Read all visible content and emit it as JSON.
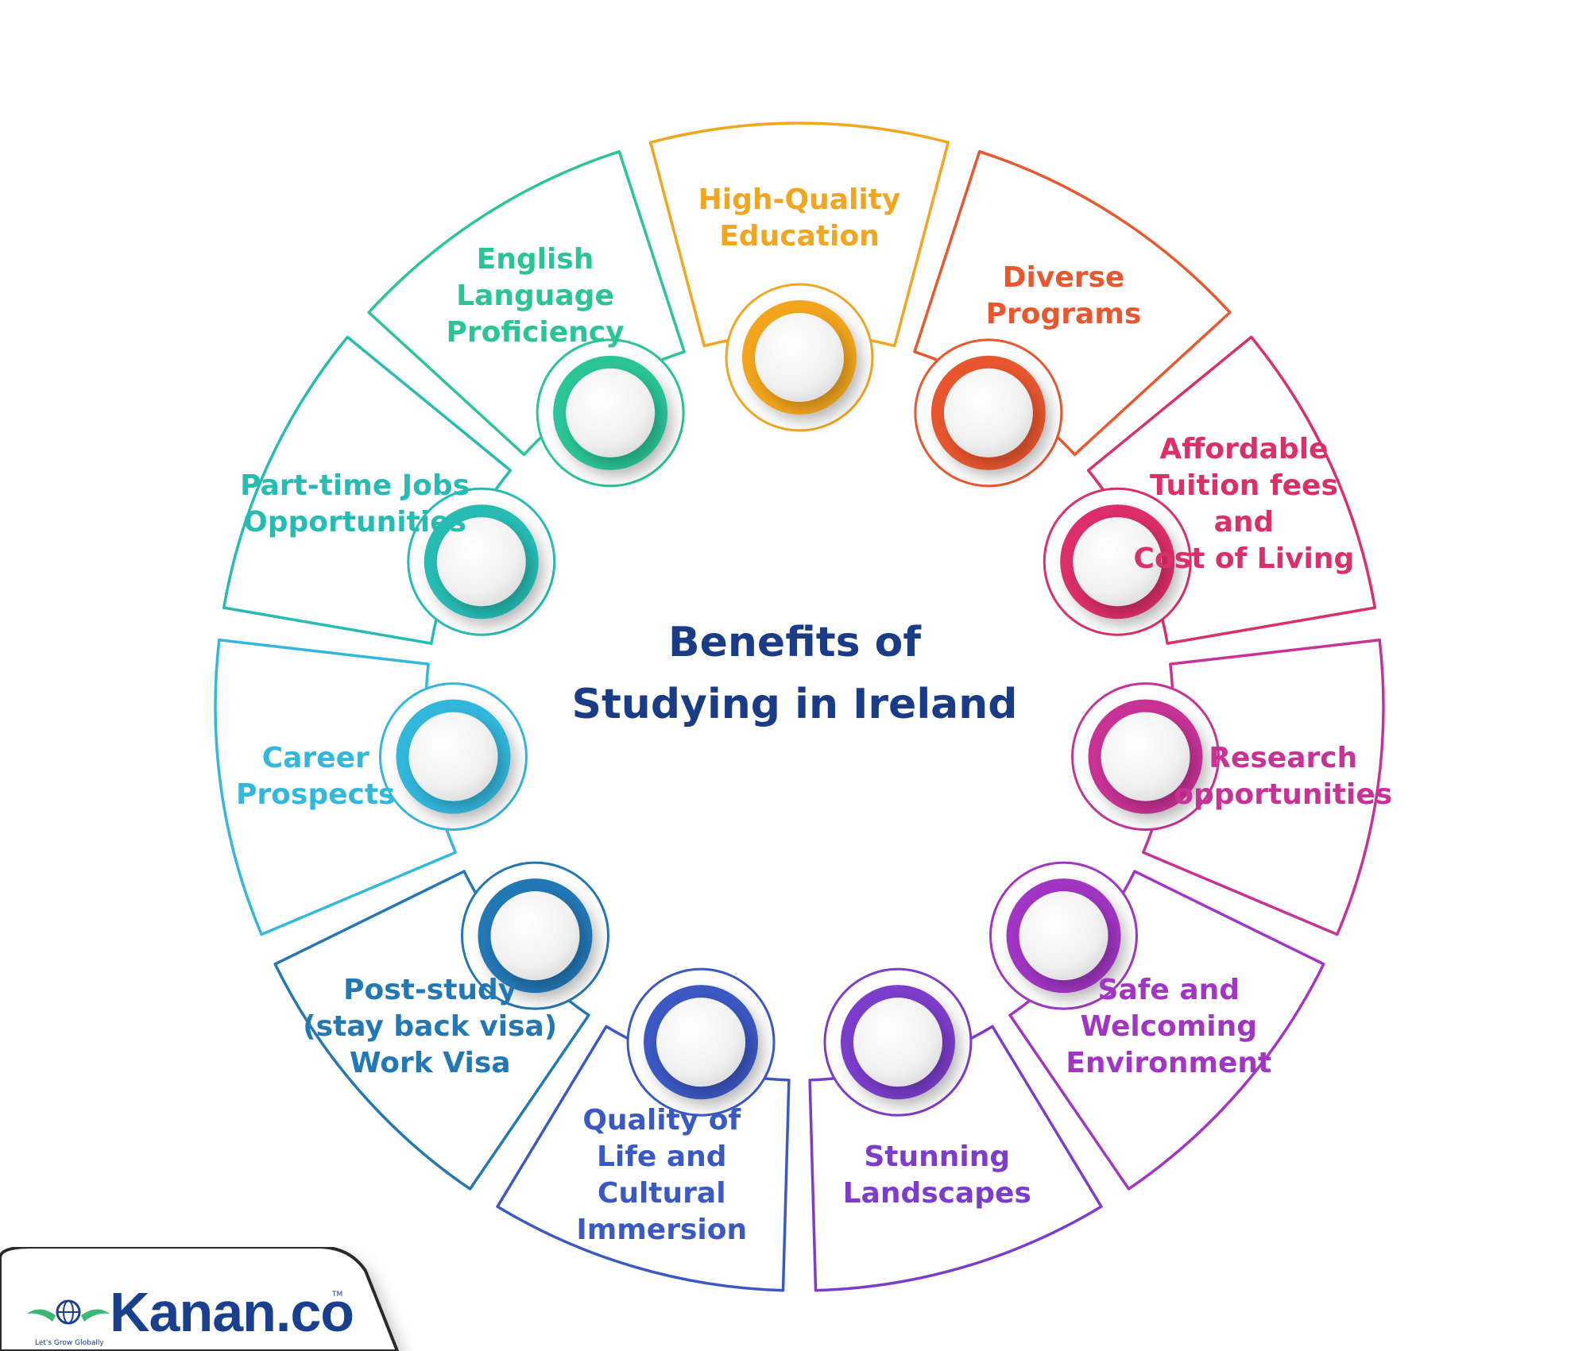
{
  "title": "Benefits of\nStudying in Ireland",
  "colors": {
    "title": "#1a3b86",
    "brand": "#1b3f8f",
    "ring_shadow": "#00000033"
  },
  "segments": [
    {
      "label": "High-Quality\nEducation",
      "color": "#f2a51f"
    },
    {
      "label": "Diverse\nPrograms",
      "color": "#e9572e"
    },
    {
      "label": "Affordable\nTuition fees\nand\nCost of Living",
      "color": "#dc2e6a"
    },
    {
      "label": "Research\nopportunities",
      "color": "#c83296"
    },
    {
      "label": "Safe and\nWelcoming\nEnvironment",
      "color": "#a236c4"
    },
    {
      "label": "Stunning\nLandscapes",
      "color": "#7c3ccc"
    },
    {
      "label": "Quality of\nLife and\nCultural\nImmersion",
      "color": "#3a59c4"
    },
    {
      "label": "Post-study\n(stay back visa)\nWork Visa",
      "color": "#2277b5"
    },
    {
      "label": "Career\nProspects",
      "color": "#33b7dc"
    },
    {
      "label": "Part-time Jobs\nOpportunities",
      "color": "#26bcb4"
    },
    {
      "label": "English Language\nProficiency",
      "color": "#29c497"
    }
  ],
  "logo": {
    "brand": "Kanan.co",
    "trademark": "TM",
    "tagline": "Let's Grow Globally"
  }
}
